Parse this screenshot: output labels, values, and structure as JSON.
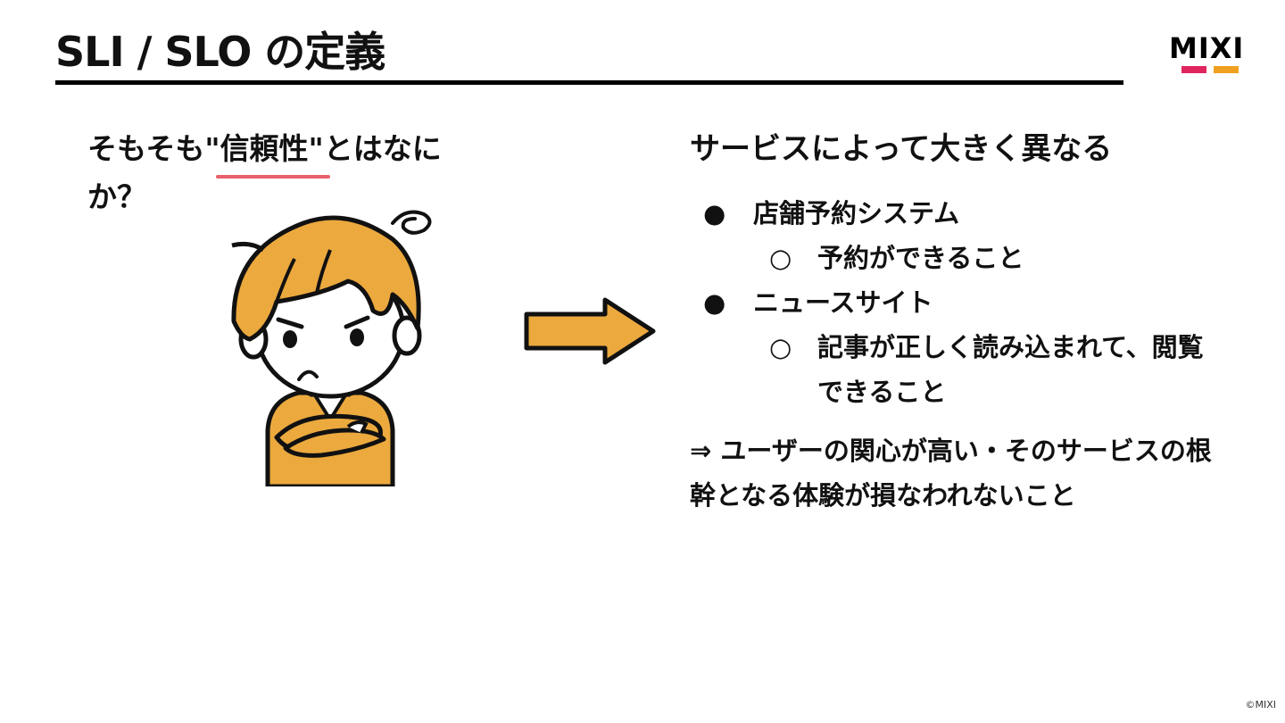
{
  "slide": {
    "title": "SLI / SLO の定義",
    "copyright": "©MIXI"
  },
  "logo": {
    "text": "MIXI",
    "colors": {
      "bar_left": "#e0245e",
      "bar_right": "#f0a020"
    }
  },
  "left": {
    "question_prefix": "そもそも",
    "question_highlight": "\"信頼性\"",
    "question_suffix": "とはなにか？",
    "underline_color": "#e8606a",
    "illustration": "confused-person-arms-crossed",
    "hair_color": "#eba93e"
  },
  "arrow": {
    "icon": "right-arrow-icon",
    "color": "#eba93e"
  },
  "right": {
    "heading": "サービスによって大きく異なる",
    "items": [
      {
        "level": 1,
        "bullet": "●",
        "text": "店舗予約システム"
      },
      {
        "level": 2,
        "bullet": "○",
        "text": "予約ができること"
      },
      {
        "level": 1,
        "bullet": "●",
        "text": "ニュースサイト"
      },
      {
        "level": 2,
        "bullet": "○",
        "text": "記事が正しく読み込まれて、閲覧できること"
      }
    ],
    "conclusion": "⇒ ユーザーの関心が高い・そのサービスの根幹となる体験が損なわれないこと"
  }
}
